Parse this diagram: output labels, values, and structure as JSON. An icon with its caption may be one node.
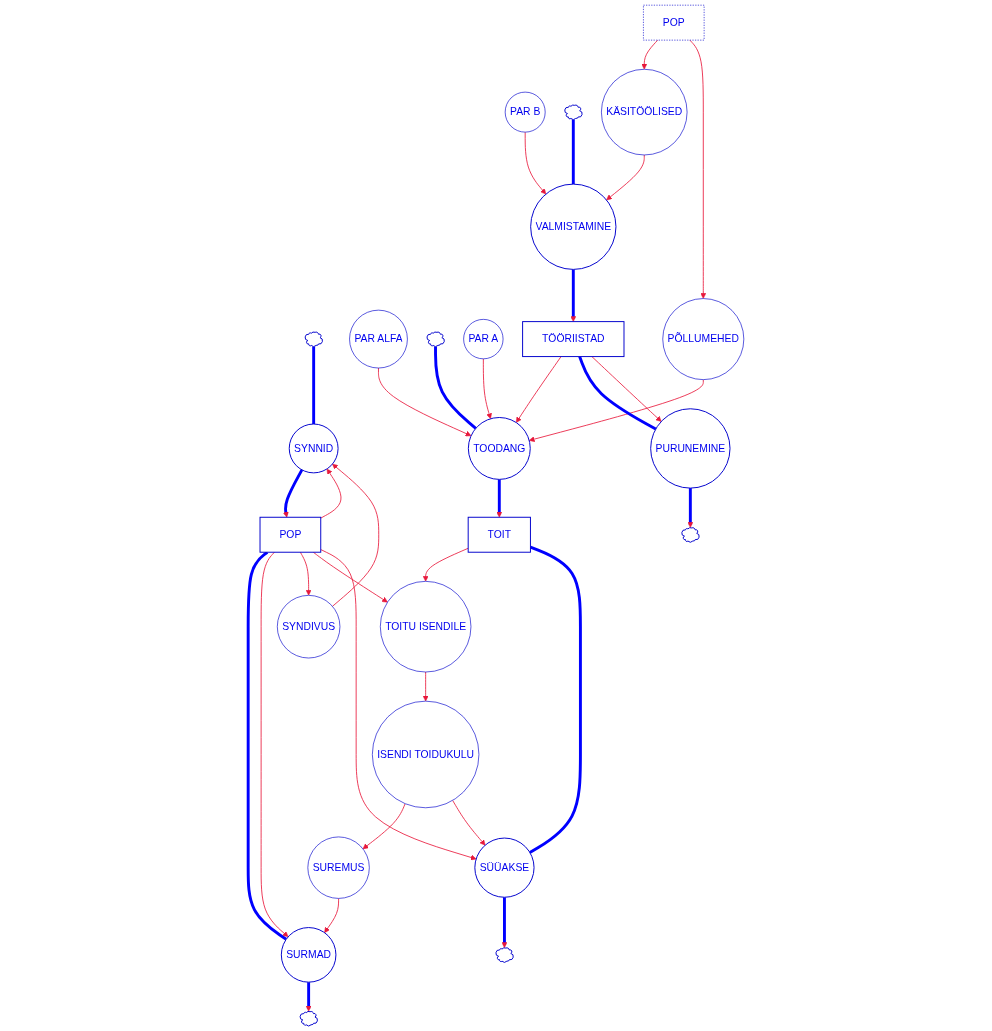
{
  "diagram": {
    "nodes": [
      {
        "text": [],
        "shape": "cloud"
      },
      {
        "text": [
          "SYNNID"
        ]
      },
      {
        "text": [
          "POP"
        ]
      },
      {
        "text": [
          "SURMAD"
        ]
      },
      {
        "text": [],
        "shape": "cloud"
      },
      {
        "text": [
          "SYNDIVUS"
        ]
      },
      {
        "text": [
          "SUREMUS"
        ]
      },
      {
        "text": [
          "PAR ALFA"
        ]
      },
      {
        "text": [
          "TOITU ISENDILE"
        ]
      },
      {
        "text": [
          "ISENDI TOIDUKULU"
        ]
      },
      {
        "text": [],
        "shape": "cloud"
      },
      {
        "text": [
          "TOODANG"
        ]
      },
      {
        "text": [
          "TOIT"
        ]
      },
      {
        "text": [
          "SÜÜAKSE"
        ]
      },
      {
        "text": [],
        "shape": "cloud"
      },
      {
        "text": [
          "PAR A"
        ]
      },
      {
        "text": [
          "PÕLLUMEHED"
        ]
      },
      {
        "text": [
          "PAR B"
        ]
      },
      {
        "text": [
          "TÖÖRIISTAD"
        ]
      },
      {
        "text": [],
        "shape": "cloud"
      },
      {
        "text": [
          "VALMISTAMINE"
        ]
      },
      {
        "text": [
          "PURUNEMINE"
        ]
      },
      {
        "text": [],
        "shape": "cloud"
      },
      {
        "text": [
          "KÄSITÖÖLISED"
        ]
      },
      {
        "text": [
          "POP"
        ]
      }
    ],
    "edges": [
      {
        "from": 0,
        "to": 1,
        "arrow": "none",
        "style": "thick",
        "color": "#0000ff"
      },
      {
        "from": 1,
        "to": 2,
        "arrow": "to",
        "style": "thick",
        "color": "#0000ff"
      },
      {
        "from": 2,
        "to": 3,
        "arrow": "none",
        "style": "thick",
        "color": "#0000ff"
      },
      {
        "from": 3,
        "to": 4,
        "arrow": "to",
        "style": "thick",
        "color": "#0000ff"
      },
      {
        "from": 2,
        "to": 1,
        "arrow": "to"
      },
      {
        "from": 2,
        "to": 3,
        "arrow": "to"
      },
      {
        "from": 5,
        "to": 1,
        "arrow": "to"
      },
      {
        "from": 2,
        "to": 5,
        "arrow": "to"
      },
      {
        "from": 6,
        "to": 3,
        "arrow": "to"
      },
      {
        "from": 2,
        "to": 8,
        "arrow": "to"
      },
      {
        "from": 2,
        "to": 13,
        "arrow": "to"
      },
      {
        "from": 8,
        "to": 9,
        "arrow": "to"
      },
      {
        "from": 9,
        "to": 6,
        "arrow": "to"
      },
      {
        "from": 9,
        "to": 13,
        "arrow": "to"
      },
      {
        "from": 12,
        "to": 8,
        "arrow": "to"
      },
      {
        "from": 10,
        "to": 11,
        "arrow": "none",
        "style": "thick",
        "color": "#0000ff"
      },
      {
        "from": 11,
        "to": 12,
        "arrow": "to",
        "style": "thick",
        "color": "#0000ff"
      },
      {
        "from": 12,
        "to": 13,
        "arrow": "none",
        "style": "thick",
        "color": "#0000ff"
      },
      {
        "from": 13,
        "to": 14,
        "arrow": "to",
        "style": "thick",
        "color": "#0000ff"
      },
      {
        "from": 7,
        "to": 11,
        "arrow": "to"
      },
      {
        "from": 15,
        "to": 11,
        "arrow": "to"
      },
      {
        "from": 16,
        "to": 11,
        "arrow": "to"
      },
      {
        "from": 18,
        "to": 11,
        "arrow": "to"
      },
      {
        "from": 19,
        "to": 20,
        "arrow": "none",
        "style": "thick",
        "color": "#0000ff"
      },
      {
        "from": 20,
        "to": 18,
        "arrow": "to",
        "style": "thick",
        "color": "#0000ff"
      },
      {
        "from": 18,
        "to": 21,
        "arrow": "none",
        "style": "thick",
        "color": "#0000ff"
      },
      {
        "from": 21,
        "to": 22,
        "arrow": "to",
        "style": "thick",
        "color": "#0000ff"
      },
      {
        "from": 17,
        "to": 20,
        "arrow": "to"
      },
      {
        "from": 23,
        "to": 20,
        "arrow": "to"
      },
      {
        "from": 18,
        "to": 21,
        "arrow": "to"
      },
      {
        "from": 24,
        "to": 23,
        "arrow": "to"
      },
      {
        "from": 24,
        "to": 16,
        "arrow": "to"
      }
    ]
  }
}
